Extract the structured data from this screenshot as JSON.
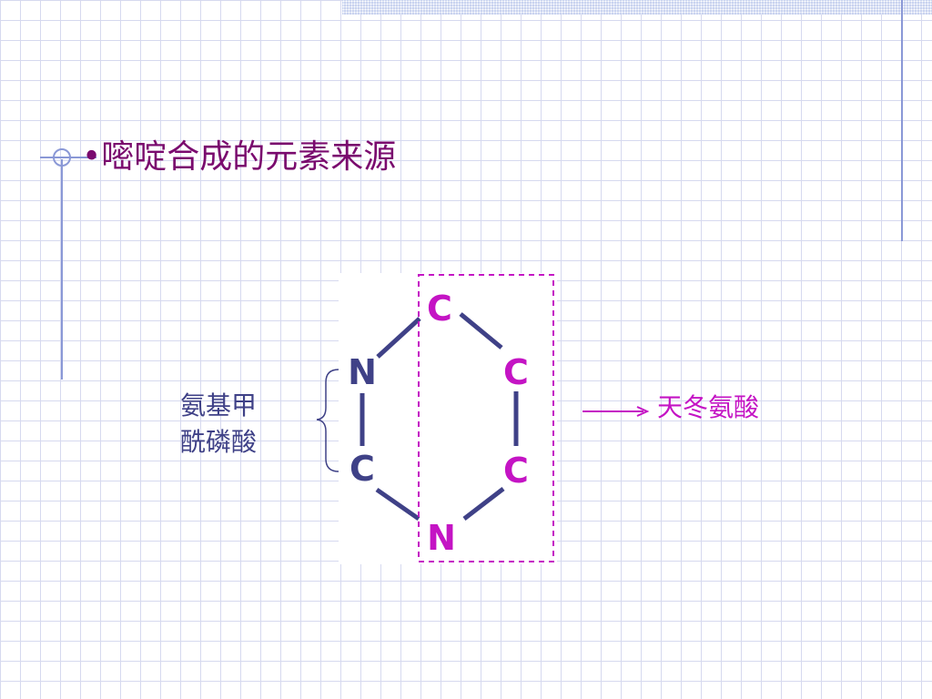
{
  "slide": {
    "title": "•嘧啶合成的元素来源"
  },
  "diagram": {
    "atoms": [
      {
        "id": "c-top",
        "symbol": "C",
        "source": "aspartate"
      },
      {
        "id": "c-right-upper",
        "symbol": "C",
        "source": "aspartate"
      },
      {
        "id": "c-right-lower",
        "symbol": "C",
        "source": "aspartate"
      },
      {
        "id": "n-bottom",
        "symbol": "N",
        "source": "aspartate"
      },
      {
        "id": "n-left",
        "symbol": "N",
        "source": "carbamoyl-phosphate"
      },
      {
        "id": "c-left",
        "symbol": "C",
        "source": "carbamoyl-phosphate"
      }
    ],
    "left_label": [
      "氨基甲",
      "酰磷酸"
    ],
    "right_label": "天冬氨酸",
    "colors": {
      "dark": "#3f4187",
      "highlight": "#c414c4",
      "title": "#7a0a6e"
    }
  }
}
